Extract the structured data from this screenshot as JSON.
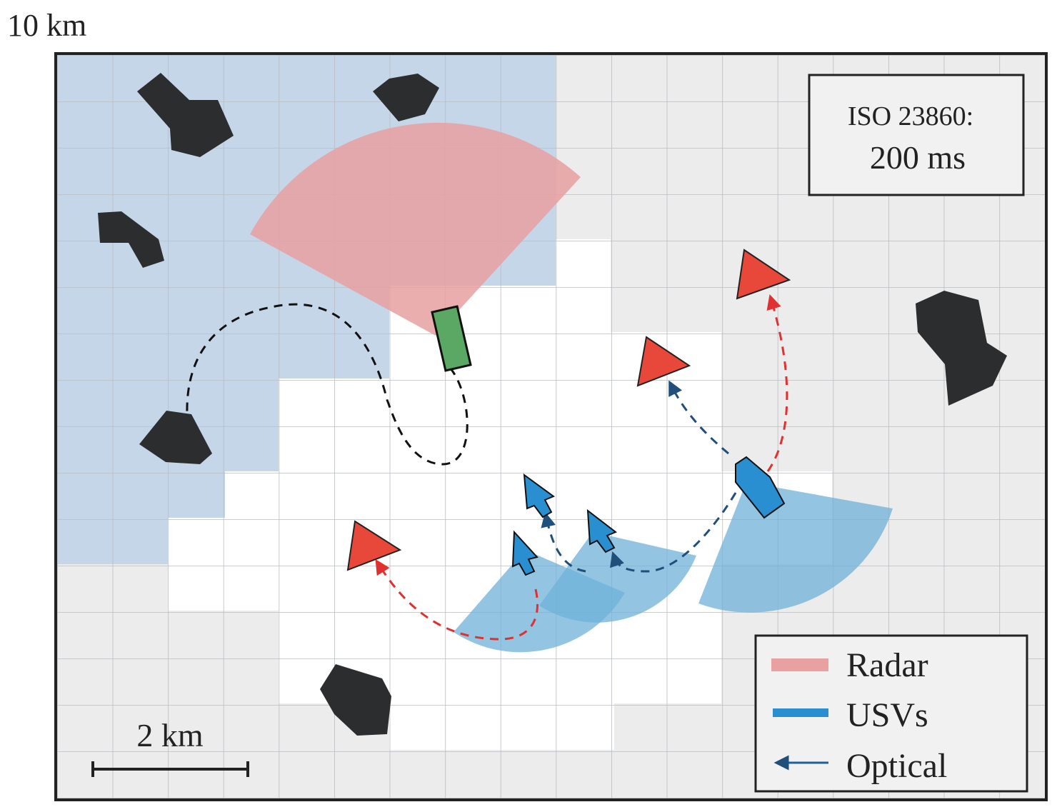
{
  "header": {
    "scale_text": "10 km"
  },
  "info_box": {
    "line1": "ISO 23860:",
    "line2": "200 ms"
  },
  "scale_bar": {
    "label": "2 km"
  },
  "legend": {
    "radar": "Radar",
    "usvs": "USVs",
    "optical": "Optical"
  },
  "colors": {
    "shallow_zone": "#c5d6e8",
    "restricted_zone": "#ececec",
    "open_water": "#ffffff",
    "radar": "#e8a0a0",
    "usv": "#2a8fd0",
    "usv_fov": "#6fb2da",
    "target": "#e8483a",
    "vessel": "#5aa864",
    "obstacle": "#2b2d2f",
    "red_path": "#e03030",
    "blue_path": "#1f4f7a",
    "black_path": "#111111"
  }
}
